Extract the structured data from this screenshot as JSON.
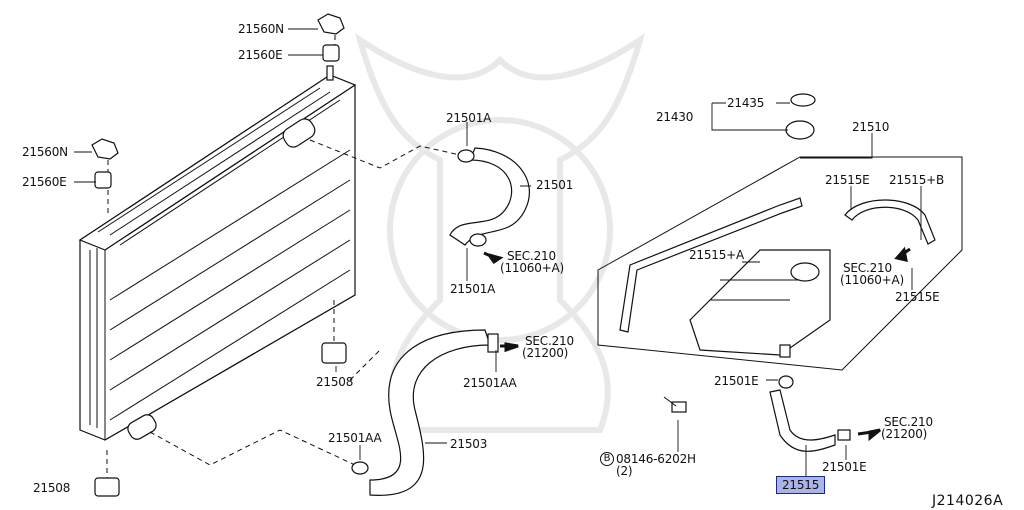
{
  "labels": {
    "p21560n_top": "21560N",
    "p21560e_top": "21560E",
    "p21560n_left": "21560N",
    "p21560e_left": "21560E",
    "p21508_mid": "21508",
    "p21508_bot": "21508",
    "p21501a_top": "21501A",
    "p21501": "21501",
    "p21501a_bot": "21501A",
    "p21501aa_mid": "21501AA",
    "p21501aa_bot": "21501AA",
    "p21503": "21503",
    "p21435": "21435",
    "p21430": "21430",
    "p21510": "21510",
    "p21515e_top": "21515E",
    "p21515b": "21515+B",
    "p21515a": "21515+A",
    "p21515e_right": "21515E",
    "p21501e_top": "21501E",
    "p21501e_bot": "21501E",
    "p21515": "21515",
    "bolt_code": "08146-6202H",
    "bolt_qty": "(2)",
    "bolt_marker": "B"
  },
  "sec_refs": {
    "sec1_title": "SEC.210",
    "sec1_sub": "(11060+A)",
    "sec2_title": "SEC.210",
    "sec2_sub": "(21200)",
    "sec3_title": "SEC.210",
    "sec3_sub": "(11060+A)",
    "sec4_title": "SEC.210",
    "sec4_sub": "(21200)"
  },
  "diagram_code": "J214026A",
  "highlight_color": "#aab4e6"
}
